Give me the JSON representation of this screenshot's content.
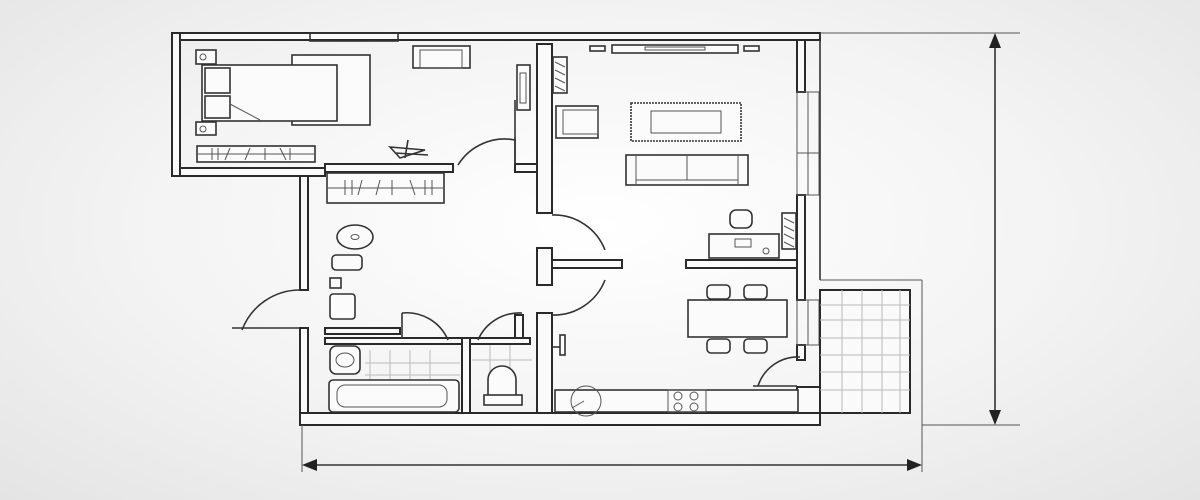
{
  "diagram": {
    "type": "floor-plan",
    "rooms": [
      "bedroom",
      "hallway",
      "bathroom",
      "toilet",
      "living-room",
      "kitchen-dining",
      "balcony"
    ],
    "colors": {
      "line": "#2a2a2a",
      "background": "#f3f3f3",
      "grid": "#bbbbbb"
    }
  }
}
